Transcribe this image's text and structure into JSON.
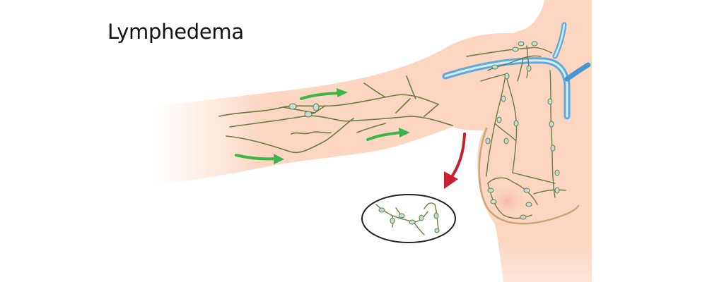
{
  "diagram": {
    "title": "Lymphedema",
    "colors": {
      "skin": "#fcd6c0",
      "skin_edge": "#c9a57a",
      "lymph_vessel": "#6b7a3e",
      "lymph_node": "#bfe0d6",
      "vein": "#5ea9dc",
      "vein_highlight": "#cfe9f8",
      "flow_arrow": "#3bb54a",
      "drain_arrow": "#c7202e",
      "inset_outline": "#222222"
    },
    "elements": {
      "arm": "swollen arm with lymphatic vessels",
      "torso": "torso/breast with lymphatic network",
      "subclavian_vein": "blue vein near shoulder",
      "flow_arrows": [
        "lower-forearm arrow",
        "upper-arm arrow",
        "elbow arrow"
      ],
      "drain_arrow": "red arrow pointing to inset",
      "inset": "magnified lymph node cluster"
    }
  }
}
